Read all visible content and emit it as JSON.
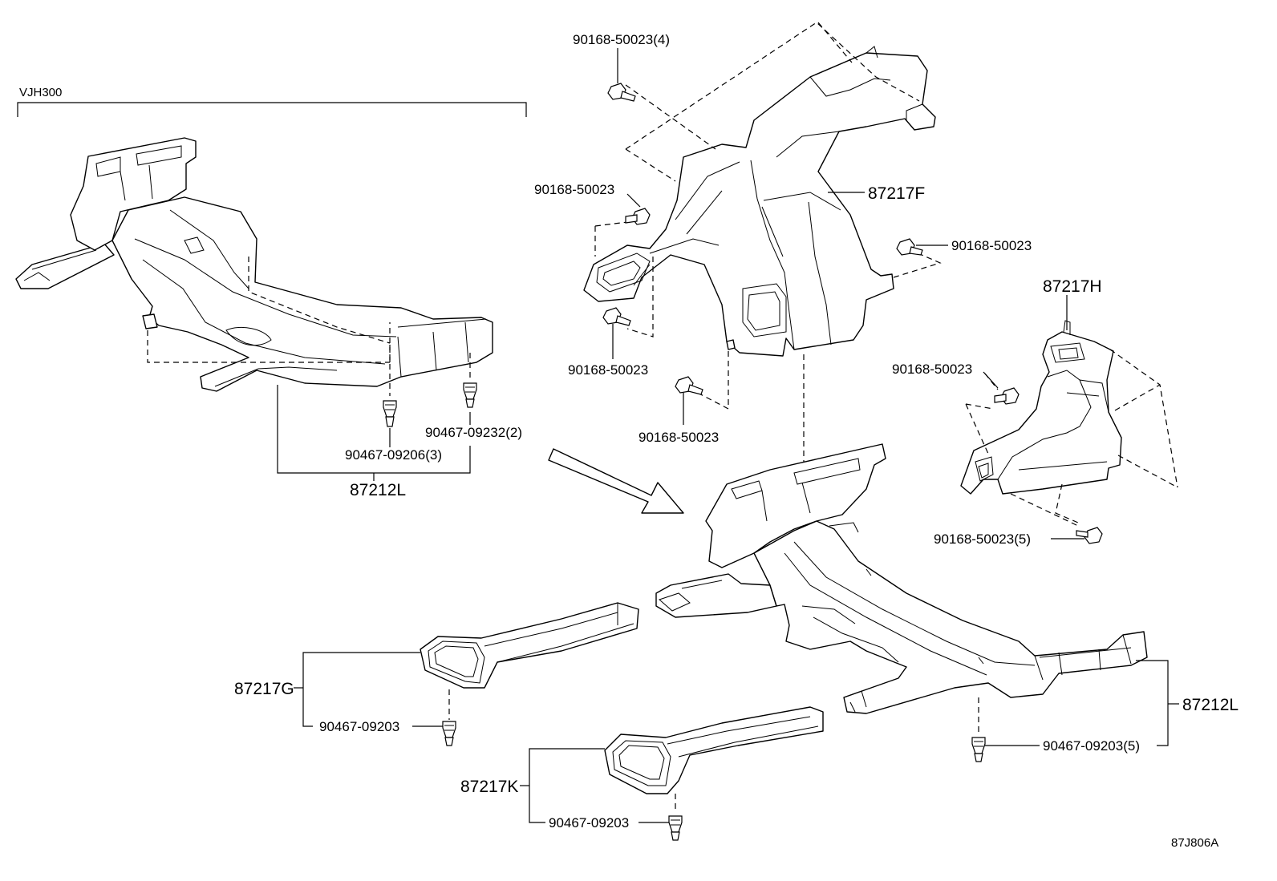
{
  "variant_label": "VJH300",
  "diagram_id": "87J806A",
  "labels": {
    "p87212L_top": "87212L",
    "p90467_09206": "90467-09206(3)",
    "p90467_09232": "90467-09232(2)",
    "p90168_50023_4": "90168-50023(4)",
    "p90168_50023_a": "90168-50023",
    "p90168_50023_b": "90168-50023",
    "p90168_50023_c": "90168-50023",
    "p90168_50023_d": "90168-50023",
    "p90168_50023_e": "90168-50023",
    "p90168_50023_5": "90168-50023(5)",
    "p87217F": "87217F",
    "p87217H": "87217H",
    "p87217G": "87217G",
    "p90467_09203_g": "90467-09203",
    "p87217K": "87217K",
    "p90467_09203_k": "90467-09203",
    "p87212L_bottom": "87212L",
    "p90467_09203_5": "90467-09203(5)"
  }
}
